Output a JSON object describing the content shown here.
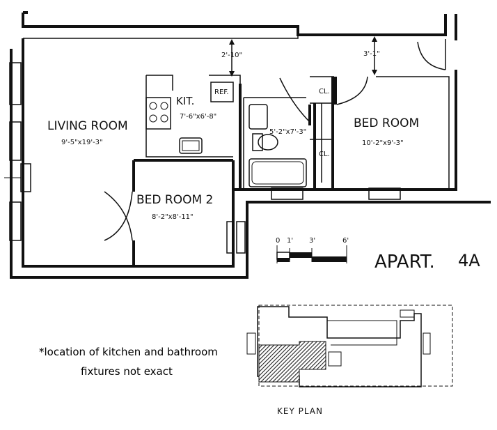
{
  "rooms": {
    "living_room": {
      "name": "LIVING ROOM",
      "dims": "9'-5\"x19'-3\""
    },
    "kitchen": {
      "name": "KIT.",
      "dims": "7'-6\"x6'-8\""
    },
    "bathroom": {
      "dims": "5'-2\"x7'-3\""
    },
    "bed_room": {
      "name": "BED ROOM",
      "dims": "10'-2\"x9'-3\""
    },
    "bed_room_2": {
      "name": "BED ROOM 2",
      "dims": "8'-2\"x8'-11\""
    }
  },
  "fixtures": {
    "refrigerator": "REF.",
    "closet_upper": "CL.",
    "closet_lower": "CL."
  },
  "clearances": {
    "left": "2'-10\"",
    "right": "3'-1\""
  },
  "scale_bar": {
    "ticks": [
      "0",
      "1'",
      "3'",
      "6'"
    ]
  },
  "apartment": {
    "label": "APART.",
    "number": "4A"
  },
  "note": {
    "line1": "*location of kitchen and bathroom",
    "line2": "fixtures not exact"
  },
  "key_plan": {
    "title": "KEY PLAN"
  }
}
